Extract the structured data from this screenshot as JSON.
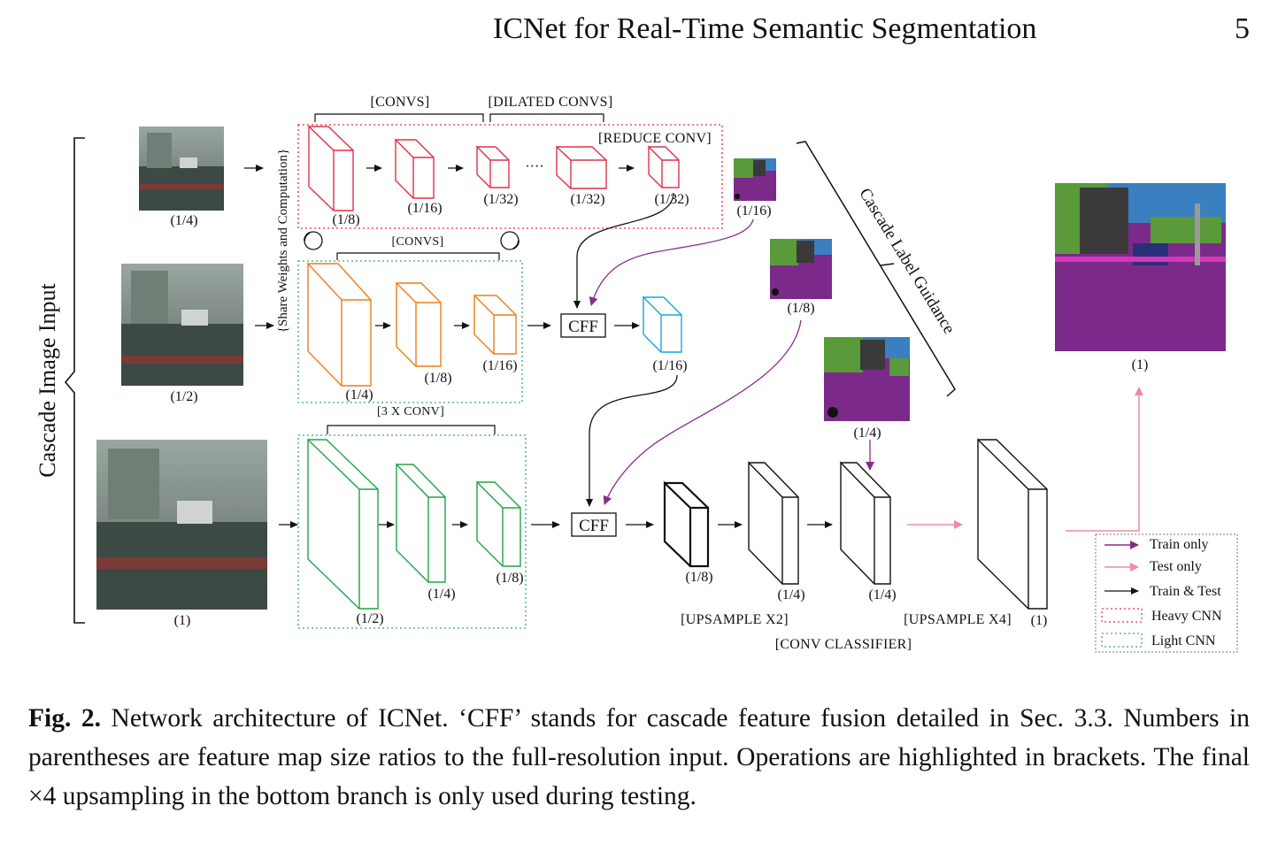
{
  "header": {
    "title": "ICNet for Real-Time Semantic Segmentation",
    "page_number": "5"
  },
  "figure": {
    "side_label": "Cascade Image Input",
    "share_label": "{Share Weights and Computation}",
    "guidance_label": "Cascade Label Guidance",
    "ops": {
      "convs": "[CONVS]",
      "dilated_convs": "[DILATED CONVS]",
      "reduce_conv": "[REDUCE CONV]",
      "convs_mid": "[CONVS]",
      "three_conv": "[3 X CONV]",
      "upsample_x2": "[UPSAMPLE X2]",
      "upsample_x4": "[UPSAMPLE X4]",
      "conv_classifier": "[CONV CLASSIFIER]"
    },
    "cff": "CFF",
    "inputs": [
      "(1/4)",
      "(1/2)",
      "(1)"
    ],
    "top_maps": [
      "(1/8)",
      "(1/16)",
      "(1/32)",
      "(1/32)",
      "(1/32)"
    ],
    "dots": "····",
    "mid_maps": [
      "(1/4)",
      "(1/8)",
      "(1/16)"
    ],
    "mid_out": "(1/16)",
    "bot_maps": [
      "(1/2)",
      "(1/4)",
      "(1/8)"
    ],
    "final_maps": [
      "(1/8)",
      "(1/4)",
      "(1/4)",
      "(1)"
    ],
    "guidance_maps": [
      "(1/16)",
      "(1/8)",
      "(1/4)"
    ],
    "output_label": "(1)",
    "legend": {
      "items": [
        {
          "label": "Train only",
          "color": "#8b2a8a",
          "style": "arrow"
        },
        {
          "label": "Test only",
          "color": "#f08aa8",
          "style": "arrow"
        },
        {
          "label": "Train & Test",
          "color": "#111111",
          "style": "arrow"
        },
        {
          "label": "Heavy CNN",
          "color": "#e0304a",
          "style": "dotted"
        },
        {
          "label": "Light CNN",
          "color": "#3aa58a",
          "style": "dotted"
        }
      ]
    },
    "colors": {
      "heavy": "#e0304a",
      "mid": "#ee7d1a",
      "light": "#21a347",
      "cyan": "#1aa6d8",
      "train_only": "#8b2a8a",
      "test_only": "#f08aa8"
    }
  },
  "caption": {
    "prefix": "Fig. 2.",
    "text": "Network architecture of ICNet. ‘CFF’ stands for cascade feature fusion detailed in Sec. 3.3. Numbers in parentheses are feature map size ratios to the full-resolution input. Operations are highlighted in brackets. The final ×4 upsampling in the bottom branch is only used during testing."
  }
}
